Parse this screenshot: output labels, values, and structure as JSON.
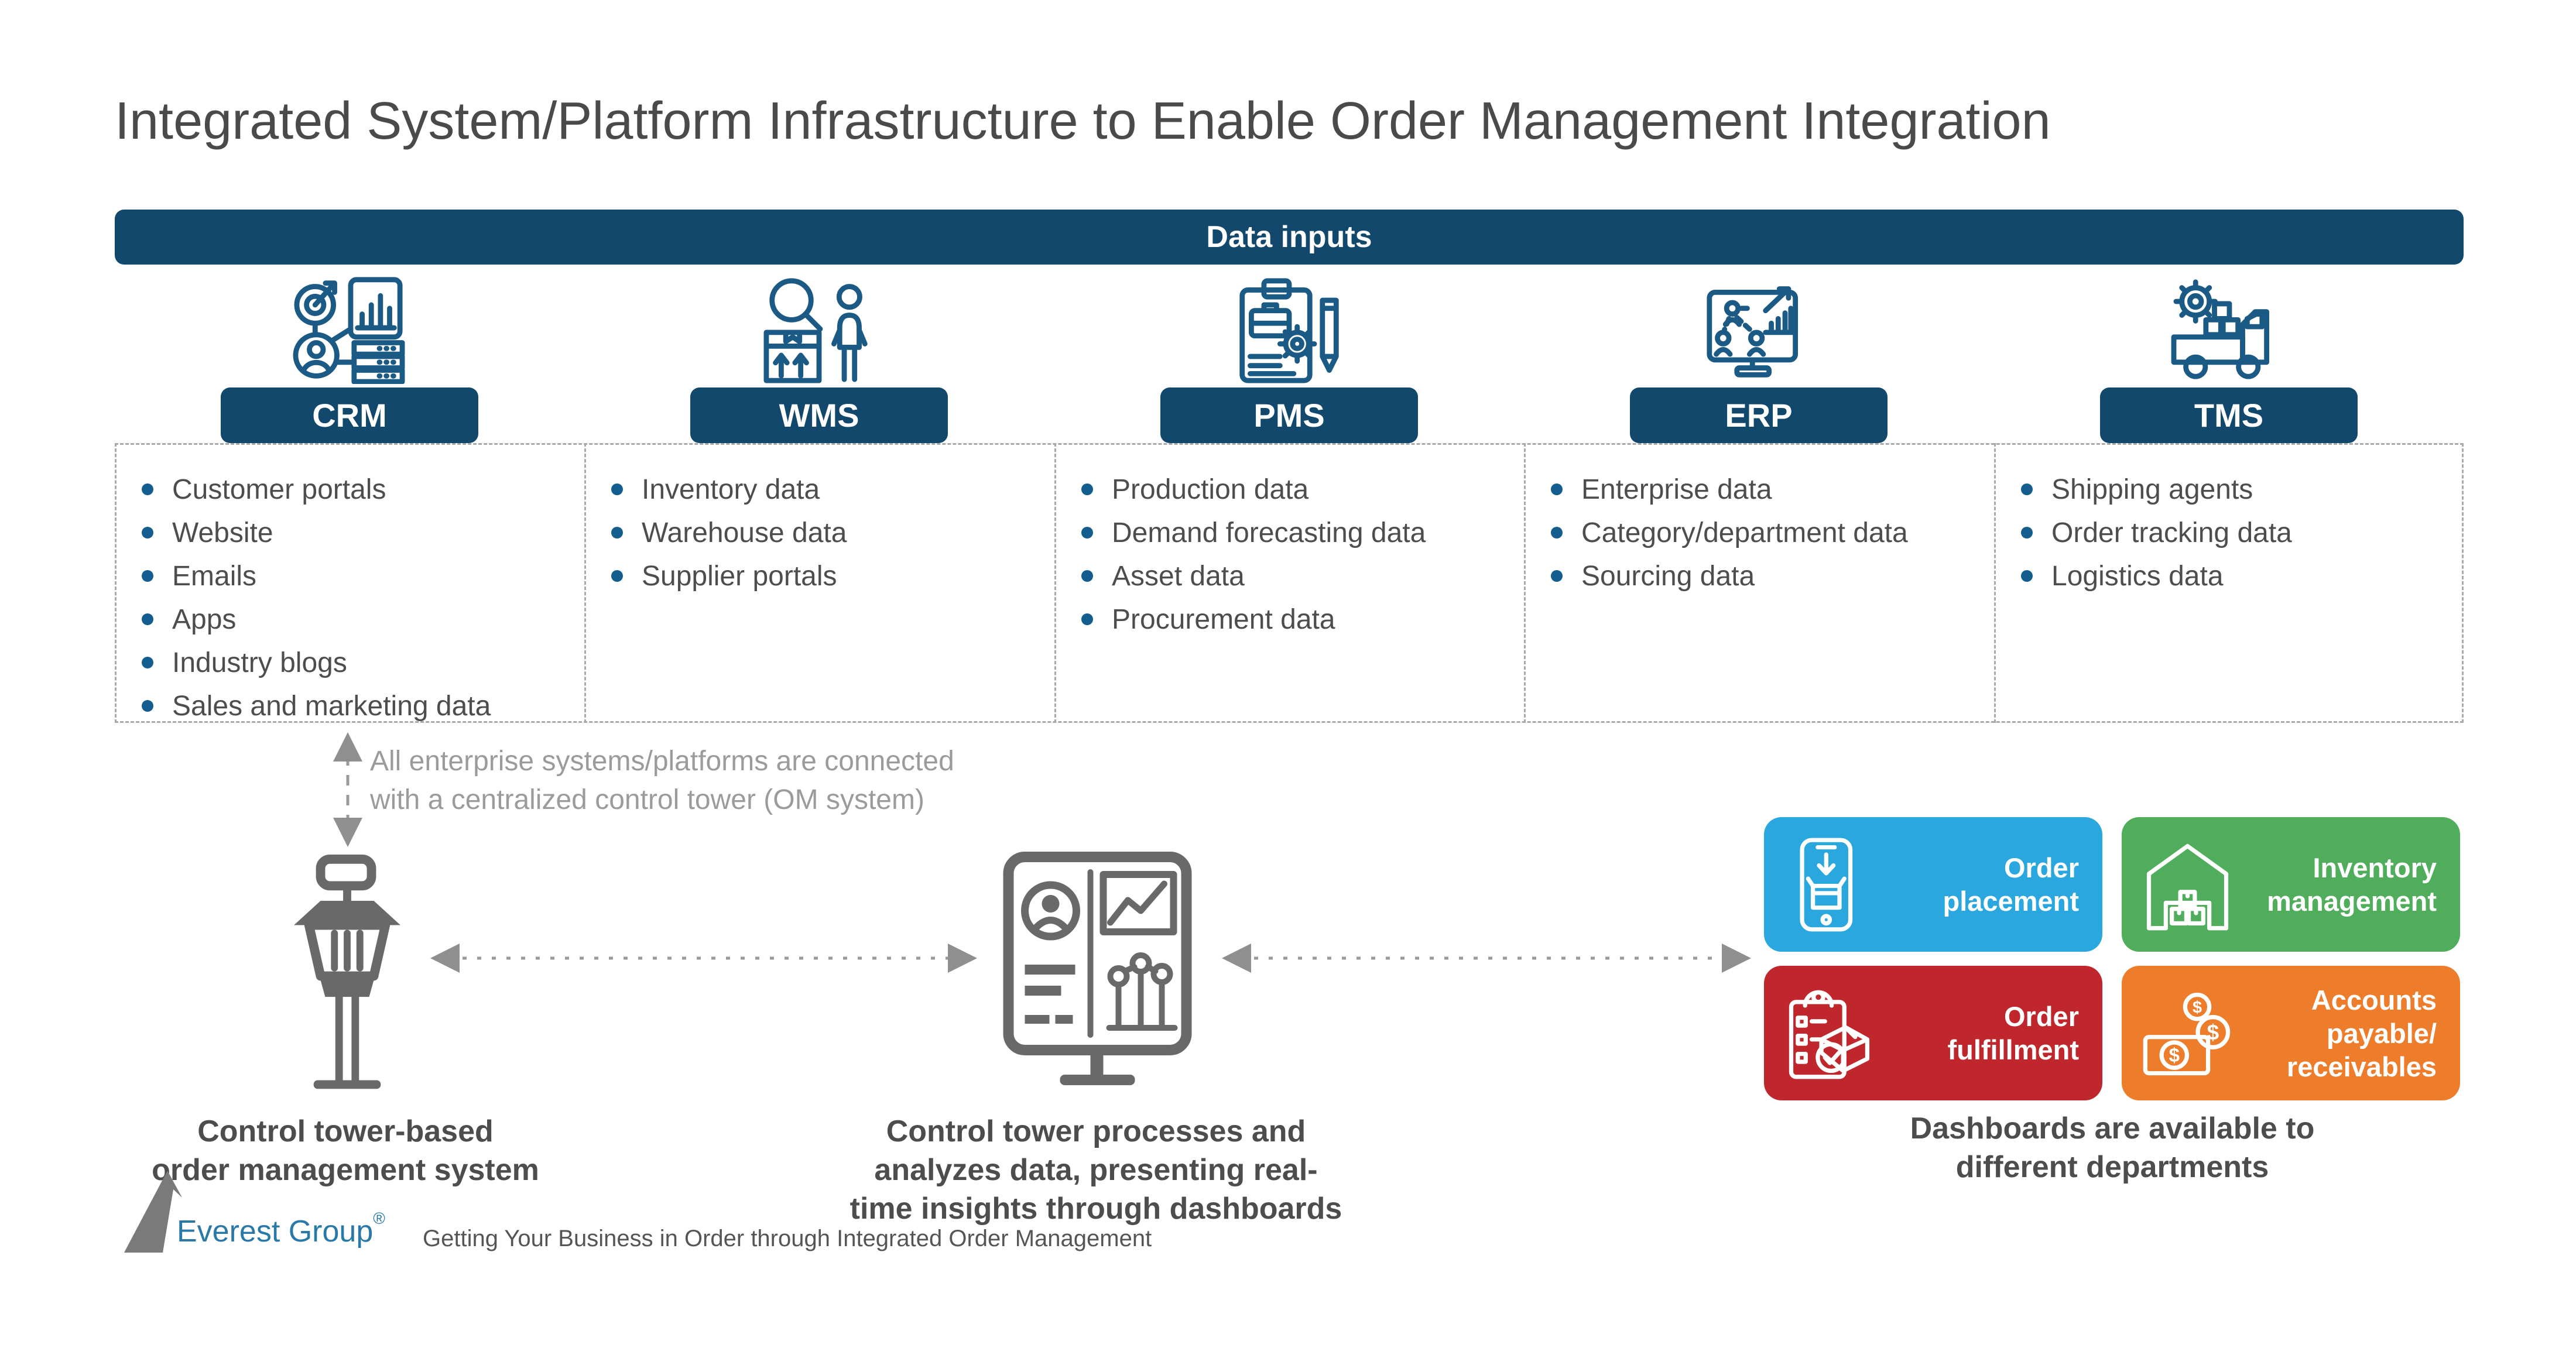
{
  "title": "Integrated System/Platform Infrastructure to Enable Order Management Integration",
  "banner": {
    "label": "Data inputs"
  },
  "columns": [
    {
      "label": "CRM",
      "icon": "crm-icon",
      "items": [
        "Customer portals",
        "Website",
        "Emails",
        "Apps",
        "Industry blogs",
        "Sales and marketing data"
      ]
    },
    {
      "label": "WMS",
      "icon": "wms-icon",
      "items": [
        "Inventory data",
        "Warehouse data",
        "Supplier portals"
      ]
    },
    {
      "label": "PMS",
      "icon": "pms-icon",
      "items": [
        "Production data",
        "Demand forecasting data",
        "Asset data",
        "Procurement data"
      ]
    },
    {
      "label": "ERP",
      "icon": "erp-icon",
      "items": [
        "Enterprise data",
        "Category/department data",
        "Sourcing data"
      ]
    },
    {
      "label": "TMS",
      "icon": "tms-icon",
      "items": [
        "Shipping agents",
        "Order tracking data",
        "Logistics data"
      ]
    }
  ],
  "connector_note": "All enterprise systems/platforms are connected\nwith a centralized control tower (OM system)",
  "control_tower": {
    "caption": "Control tower-based\norder management system"
  },
  "dashboard_monitor": {
    "caption": "Control tower processes and\nanalyzes data, presenting real-\ntime insights through dashboards"
  },
  "cards": [
    {
      "label": "Order\nplacement",
      "color": "#29a7de",
      "icon": "order-placement-icon"
    },
    {
      "label": "Inventory\nmanagement",
      "color": "#4fad5b",
      "icon": "inventory-management-icon"
    },
    {
      "label": "Order\nfulfillment",
      "color": "#c0272d",
      "icon": "order-fulfillment-icon"
    },
    {
      "label": "Accounts\npayable/\nreceivables",
      "color": "#ed7d2b",
      "icon": "accounts-payable-receivables-icon"
    }
  ],
  "cards_caption": "Dashboards are available to\ndifferent departments",
  "footer": {
    "brand": "Everest Group",
    "reg": "®",
    "tagline": "Getting Your Business in Order through Integrated Order Management"
  },
  "icons": {
    "currency_glyph": "$"
  },
  "colors": {
    "banner_bg": "#11486b",
    "icon_ink": "#1b5a84",
    "bullet": "#135e8e",
    "text_dark": "#4d4d4d",
    "note_gray": "#9b9b9b",
    "tower_gray": "#696969",
    "brand_blue": "#2878a8",
    "card_blue": "#29a7de",
    "card_green": "#4fad5b",
    "card_red": "#c0272d",
    "card_orange": "#ed7d2b"
  }
}
